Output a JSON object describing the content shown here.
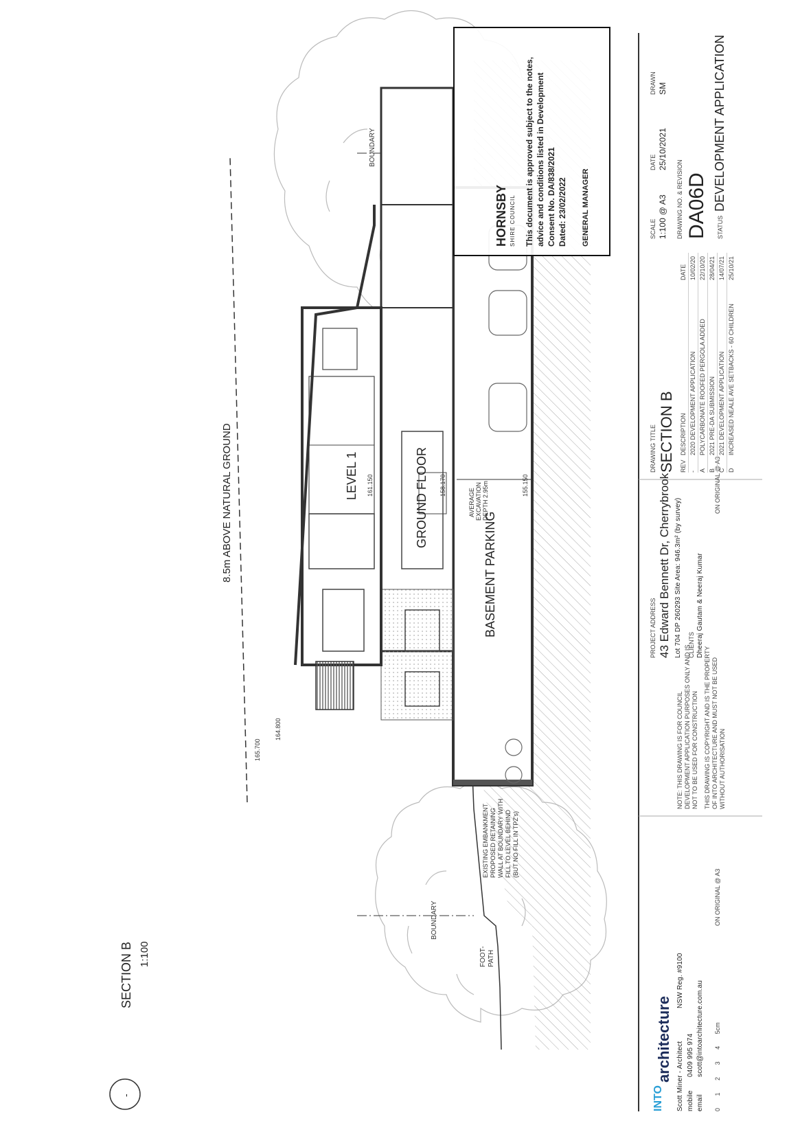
{
  "drawing": {
    "height_limit": "8.5m ABOVE NATURAL GROUND",
    "levels": {
      "level1": "LEVEL 1",
      "ground": "GROUND FLOOR",
      "basement": "BASEMENT PARKING"
    },
    "rl": {
      "level1": "161.150",
      "ground": "158.170",
      "basement": "155.150",
      "rl1": "165.700",
      "rl2": "164.800"
    },
    "excavation": [
      "AVERAGE",
      "EXCAVATION",
      "DEPTH 2.95m"
    ],
    "boundary": "BOUNDARY",
    "footpath": [
      "FOOT-",
      "PATH"
    ],
    "embankment_note": [
      "EXISTING EMBANKMENT",
      "PROPOSED RETAINING",
      "WALL AT BOUNDARY WITH",
      "FILL TO LEVEL BEHIND",
      "(BUT NO FILL IN TPZ's)"
    ],
    "section_title": "SECTION B",
    "section_scale": "1:100",
    "section_no": "-"
  },
  "council": {
    "logo": "HORNSBY",
    "logo_sub": "SHIRE COUNCIL",
    "lines": [
      "This document is approved subject to the notes,",
      "advice and conditions listed in Development",
      "Consent No. DA/838/2021",
      "Dated: 23/02/2022"
    ],
    "signoff": "GENERAL MANAGER"
  },
  "titleblock": {
    "firm_into": "INTO",
    "firm_arch": "architecture",
    "architect": "Scott Miner - Architect",
    "reg": "NSW Reg. #9100",
    "mobile_label": "mobile",
    "mobile": "0409 995 974",
    "email_label": "email",
    "email": "scott@intoarchitecture.com.au",
    "on_original": "ON ORIGINAL @ A3",
    "scale_ticks": [
      "0",
      "1",
      "2",
      "3",
      "4",
      "5cm"
    ],
    "note": [
      "NOTE: THIS DRAWING IS FOR COUNCIL",
      "DEVELOPMENT APPLICATION PURPOSES ONLY AND IS",
      "NOT TO BE USED FOR CONSTRUCTION"
    ],
    "copyright": [
      "THIS DRAWING IS COPYRIGHT AND IS THE PROPERTY",
      "OF INTO ARCHITECTURE AND MUST NOT BE USED",
      "WITHOUT AUTHORISATION"
    ],
    "project_address_label": "PROJECT ADDRESS",
    "project_address": "43 Edward Bennett Dr, Cherrybrook",
    "lot": "Lot 704  DP 260293  Site Area: 946.3m² (by survey)",
    "clients_label": "CLIENTS",
    "clients": "Dheeraj Gautam & Neeraj Kumar",
    "drawing_title_label": "DRAWING TITLE",
    "drawing_title": "SECTION B",
    "rev_headers": [
      "REV",
      "DESCRIPTION",
      "DATE"
    ],
    "revisions": [
      [
        "-",
        "2020 DEVELOPMENT APPLICATION",
        "10/02/20"
      ],
      [
        "A",
        "POLYCARBONATE ROOFED PERGOLA ADDED",
        "22/10/20"
      ],
      [
        "B",
        "2021 PRE-DA SUBMISSION",
        "28/04/21"
      ],
      [
        "C",
        "2021 DEVELOPMENT APPLICATION",
        "14/07/21"
      ],
      [
        "D",
        "INCREASED NEALE AVE SETBACKS - 60 CHILDREN",
        "25/10/21"
      ]
    ],
    "scale_label": "SCALE",
    "scale": "1:100 @ A3",
    "date_label": "DATE",
    "date": "25/10/2021",
    "drawn_label": "DRAWN",
    "drawn": "SM",
    "drawing_no_label": "DRAWING NO. & REVISION",
    "drawing_no": "DA06D",
    "status_label": "STATUS",
    "status": "DEVELOPMENT APPLICATION"
  },
  "colors": {
    "accent": "#2a9fd6",
    "accent2": "#8cc63f",
    "line": "#333333"
  }
}
